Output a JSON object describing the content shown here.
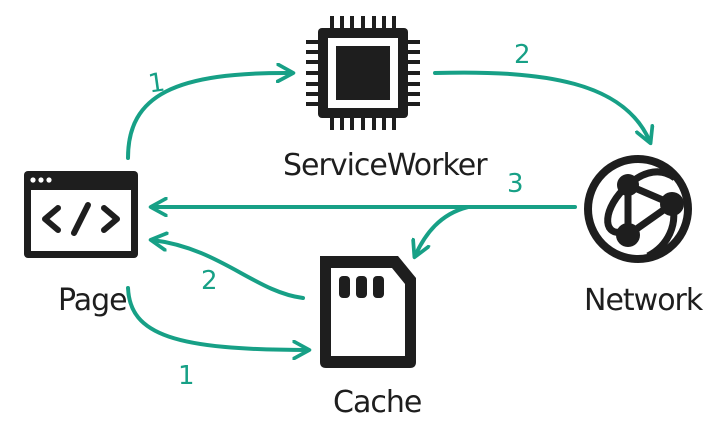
{
  "nodes": {
    "page": {
      "label": "Page",
      "icon": "browser-code-icon"
    },
    "service_worker": {
      "label": "ServiceWorker",
      "icon": "cpu-chip-icon"
    },
    "network": {
      "label": "Network",
      "icon": "network-globe-icon"
    },
    "cache": {
      "label": "Cache",
      "icon": "sd-card-icon"
    }
  },
  "steps": {
    "page_to_sw": "1",
    "sw_to_network": "2",
    "network_to_page_and_cache": "3",
    "cache_to_page": "2",
    "page_to_cache": "1"
  },
  "colors": {
    "arrow": "#17a086",
    "icon": "#1e1e1e",
    "background": "#ffffff"
  }
}
